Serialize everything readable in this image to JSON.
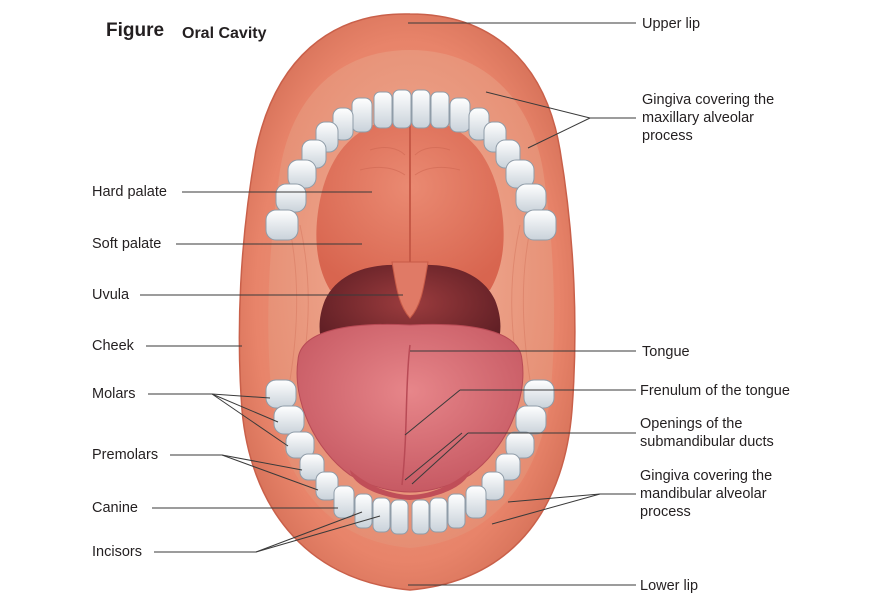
{
  "figure": {
    "word": "Figure",
    "title": "Oral Cavity"
  },
  "labels": {
    "upper_lip": "Upper lip",
    "gingiva_max": "Gingiva covering the\nmaxillary alveolar\nprocess",
    "hard_palate": "Hard palate",
    "soft_palate": "Soft palate",
    "uvula": "Uvula",
    "cheek": "Cheek",
    "tongue": "Tongue",
    "molars": "Molars",
    "frenulum": "Frenulum of the tongue",
    "submandibular": "Openings of the\nsubmandibular ducts",
    "premolars": "Premolars",
    "gingiva_mand": "Gingiva covering the\nmandibular alveolar\nprocess",
    "canine": "Canine",
    "incisors": "Incisors",
    "lower_lip": "Lower lip"
  },
  "colors": {
    "lip": "#e8846a",
    "lip_dark": "#c9604a",
    "cavity_wall": "#e99a80",
    "palate": "#e0735d",
    "throat": "#7a2a2e",
    "tongue": "#d96a6e",
    "tooth": "#eef1f4",
    "tooth_shadow": "#9aa8b4",
    "leader": "#3a3a3a"
  }
}
